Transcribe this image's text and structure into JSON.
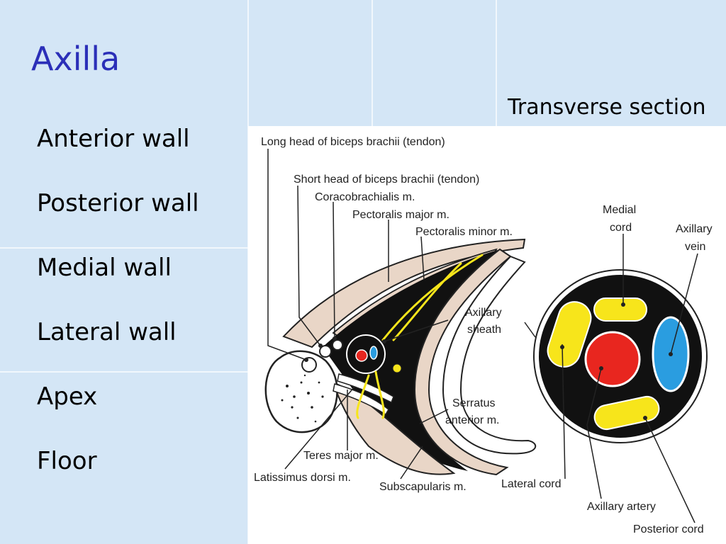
{
  "slide": {
    "title": "Axilla",
    "caption": "Transverse section",
    "topics": [
      "Anterior wall",
      "Posterior wall",
      "Medial wall",
      "Lateral wall",
      "Apex",
      "Floor"
    ]
  },
  "colors": {
    "title": "#2b2fb8",
    "background": "#d4e6f6",
    "artery": "#e8261f",
    "vein": "#2a9de0",
    "cords": "#f7e51b",
    "muscle": "#e9d6c7",
    "sheath_fill": "#111111"
  },
  "diagram": {
    "labels": {
      "long_head": "Long head of biceps brachii (tendon)",
      "short_head": "Short head of biceps brachii (tendon)",
      "coracobrachialis": "Coracobrachialis m.",
      "pectoralis_major": "Pectoralis major m.",
      "pectoralis_minor": "Pectoralis minor m.",
      "axillary_sheath_1": "Axillary",
      "axillary_sheath_2": "sheath",
      "serratus_1": "Serratus",
      "serratus_2": "anterior m.",
      "teres_major": "Teres major m.",
      "latissimus": "Latissimus dorsi m.",
      "subscapularis": "Subscapularis m.",
      "medial_cord_1": "Medial",
      "medial_cord_2": "cord",
      "axillary_vein_1": "Axillary",
      "axillary_vein_2": "vein",
      "lateral_cord": "Lateral cord",
      "axillary_artery": "Axillary artery",
      "posterior_cord": "Posterior cord"
    }
  }
}
